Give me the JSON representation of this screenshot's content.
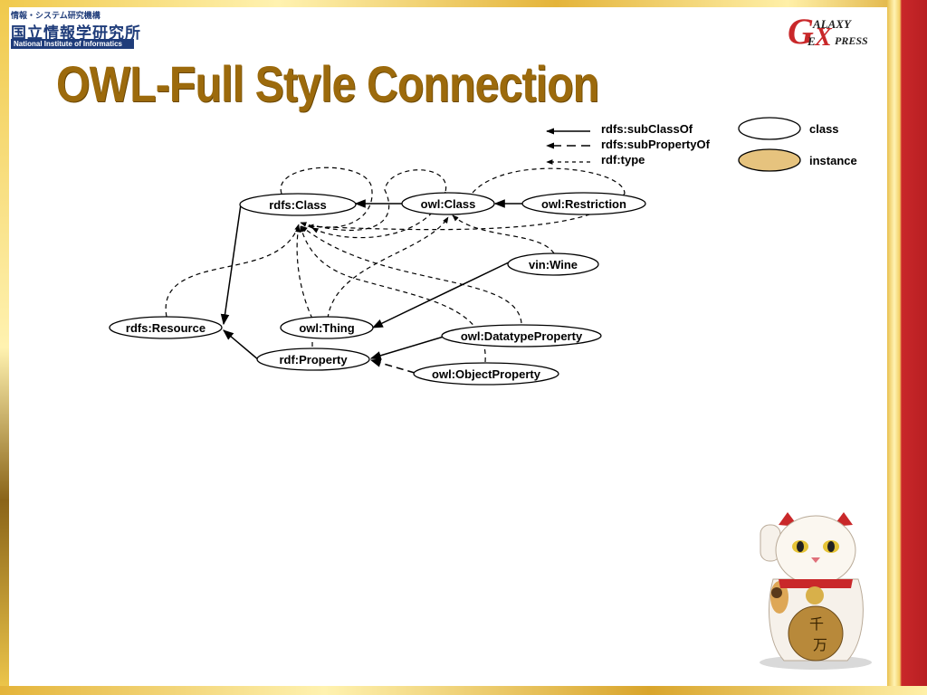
{
  "title": "OWL-Full Style Connection",
  "logos": {
    "nii_small": "情報・システム研究機構",
    "nii_main": "国立情報学研究所",
    "nii_english": "National Institute of Informatics",
    "galaxy_express": "GALAXY EXPRESS"
  },
  "legend": {
    "subclass": "rdfs:subClassOf",
    "subproperty": "rdfs:subPropertyOf",
    "type": "rdf:type",
    "class": "class",
    "instance": "instance"
  },
  "nodes": {
    "rdfs_class": "rdfs:Class",
    "owl_class": "owl:Class",
    "owl_restriction": "owl:Restriction",
    "vin_wine": "vin:Wine",
    "rdfs_resource": "rdfs:Resource",
    "owl_thing": "owl:Thing",
    "owl_datatype_property": "owl:DatatypeProperty",
    "rdf_property": "rdf:Property",
    "owl_object_property": "owl:ObjectProperty"
  },
  "colors": {
    "title": "#9c6a0c",
    "instance_fill": "#e6c37e",
    "class_fill": "#ffffff",
    "accent_red": "#c9282a"
  }
}
